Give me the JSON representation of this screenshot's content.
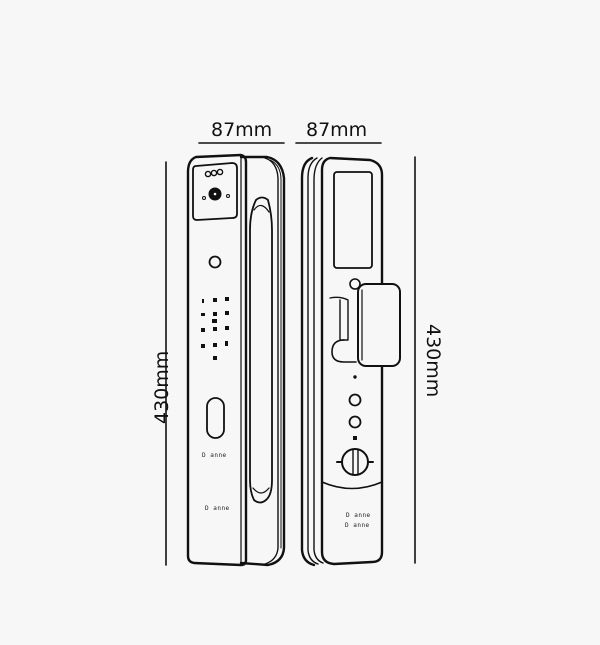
{
  "diagram": {
    "subject": "smart door lock dimension drawing",
    "views": [
      "front",
      "back"
    ],
    "dimensions": {
      "front_width": "87mm",
      "back_width": "87mm",
      "front_height": "430mm",
      "back_height": "430mm"
    },
    "front_labels": [
      "D anne",
      "D anne"
    ],
    "back_labels": [
      "D anne",
      "D anne"
    ],
    "colors": {
      "background": "#f7f7f7",
      "line": "#111111"
    }
  }
}
